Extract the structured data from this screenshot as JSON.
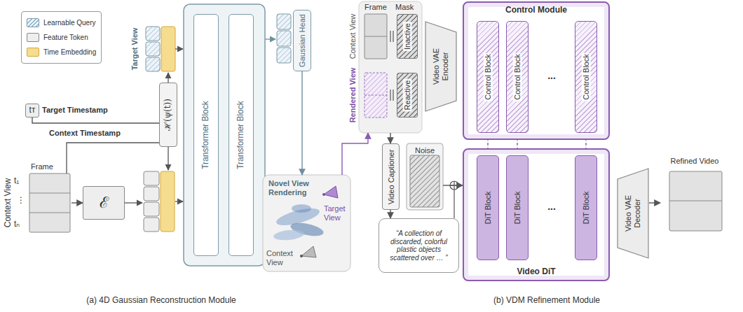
{
  "diagram": {
    "nodes": [
      {
        "text": [
          "tᴛ"
        ]
      },
      {
        "text": [
          "Frame"
        ]
      },
      {
        "text": [
          "ℰ"
        ]
      },
      {
        "text": [
          "ℋ(ψ(t))"
        ]
      },
      {
        "text": [
          "Transformer Block"
        ]
      },
      {
        "text": [
          "Transformer Block"
        ]
      },
      {
        "text": [
          "Gaussian Head"
        ]
      },
      {
        "text": [
          "Novel View Rendering",
          "Target View",
          "Context View"
        ]
      },
      {
        "text": [
          "Frame",
          "Mask"
        ]
      },
      {
        "text": [
          "Inactive"
        ],
        "in": 8
      },
      {
        "text": [
          "Reactive"
        ],
        "in": 8
      },
      {
        "text": [
          "Video VAE Encoder"
        ]
      },
      {
        "text": [
          "Control Module"
        ]
      },
      {
        "text": [
          "Control Block"
        ],
        "in": 12
      },
      {
        "text": [
          "Control Block"
        ],
        "in": 12
      },
      {
        "text": [
          "Control Block"
        ],
        "in": 12
      },
      {
        "text": [
          "Video Captioner"
        ]
      },
      {
        "text": [
          "Noise"
        ]
      },
      {
        "text": [
          "“A collection of discarded, colorful plastic objects scattered over … ”"
        ]
      },
      {
        "text": [
          "Video DiT"
        ]
      },
      {
        "text": [
          "DiT Block"
        ],
        "in": 19
      },
      {
        "text": [
          "DiT Block"
        ],
        "in": 19
      },
      {
        "text": [
          "DiT Block"
        ],
        "in": 19
      },
      {
        "text": [
          "Video VAE Decoder"
        ]
      },
      {
        "text": [
          "Refined Video"
        ]
      }
    ],
    "edges": [
      {
        "from": 0,
        "to": 3,
        "arrow": "none"
      },
      {
        "from": 1,
        "to": 2,
        "arrow": "to"
      },
      {
        "from": 6,
        "to": 7,
        "arrow": "to"
      },
      {
        "from": 7,
        "to": 8,
        "arrow": "to"
      },
      {
        "from": 8,
        "to": 16,
        "arrow": "to"
      },
      {
        "from": 16,
        "to": 18,
        "arrow": "to"
      },
      {
        "from": 13,
        "to": 20,
        "arrow": "to"
      },
      {
        "from": 14,
        "to": 21,
        "arrow": "to"
      },
      {
        "from": 15,
        "to": 22,
        "arrow": "to"
      },
      {
        "from": 17,
        "to": 19,
        "arrow": "to"
      },
      {
        "from": 23,
        "to": 24,
        "arrow": "to"
      }
    ],
    "labels": [
      "Target View",
      "Target Timestamp",
      "Context Timestamp",
      "Context View",
      "t₁",
      "⋮",
      "tₙ",
      "Context View",
      "Rendered View",
      "...",
      "...",
      "(a) 4D Gaussian Reconstruction Module",
      "(b) VDM Refinement Module"
    ],
    "legend": [
      {
        "text": "Learnable Query"
      },
      {
        "text": "Feature Token",
        "color": "#eeeeee"
      },
      {
        "text": "Time Embedding",
        "color": "#f6dc8f"
      }
    ]
  }
}
